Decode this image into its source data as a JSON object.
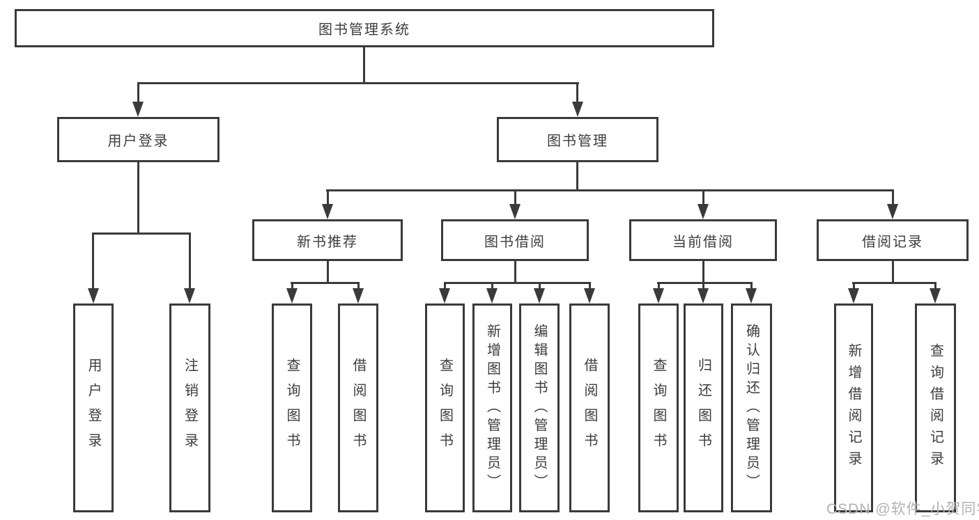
{
  "diagram": {
    "title": "图书管理系统",
    "user_login": {
      "label": "用户登录",
      "children": [
        "用户登录",
        "注销登录"
      ]
    },
    "book_mgmt": {
      "label": "图书管理"
    },
    "new_books": {
      "label": "新书推荐",
      "children": [
        "查询图书",
        "借阅图书"
      ]
    },
    "book_borrow": {
      "label": "图书借阅",
      "children": [
        "查询图书",
        "新增图书（管理员）",
        "编辑图书（管理员）",
        "借阅图书"
      ]
    },
    "current_borrow": {
      "label": "当前借阅",
      "children": [
        "查询图书",
        "归还图书",
        "确认归还（管理员）"
      ]
    },
    "borrow_records": {
      "label": "借阅记录",
      "children": [
        "新增借阅记录",
        "查询借阅记录"
      ]
    },
    "colors": {
      "line": "#3a3a3a",
      "text": "#3d3d3d",
      "background": "#ffffff",
      "watermark": "#b2b2b2"
    }
  },
  "watermark": {
    "text": "CSDN @软件_小贺同学"
  }
}
